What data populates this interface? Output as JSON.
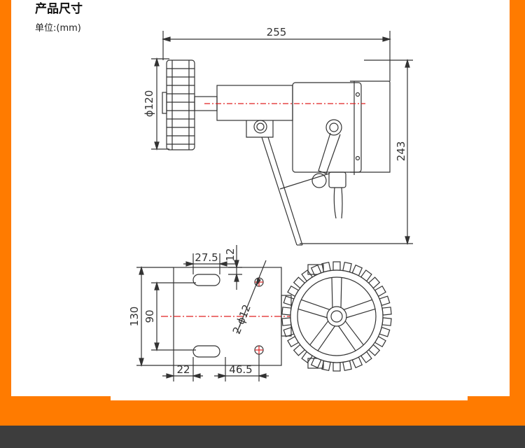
{
  "page": {
    "title": "产品尺寸",
    "unit_label": "单位:(mm)"
  },
  "colors": {
    "frame": "#ff7b00",
    "footer": "#3d3d3d",
    "line": "#333333",
    "centerline": "#e02020"
  },
  "side_view": {
    "overall_width": "255",
    "wheel_diameter": "ϕ120",
    "overall_height": "243"
  },
  "top_view": {
    "slot_width": "27.5",
    "slot_offset": "12",
    "overall_height": "130",
    "hole_spacing": "90",
    "hole_spec": "2-ϕ12",
    "left_offset": "22",
    "hole_offset": "46.5"
  }
}
